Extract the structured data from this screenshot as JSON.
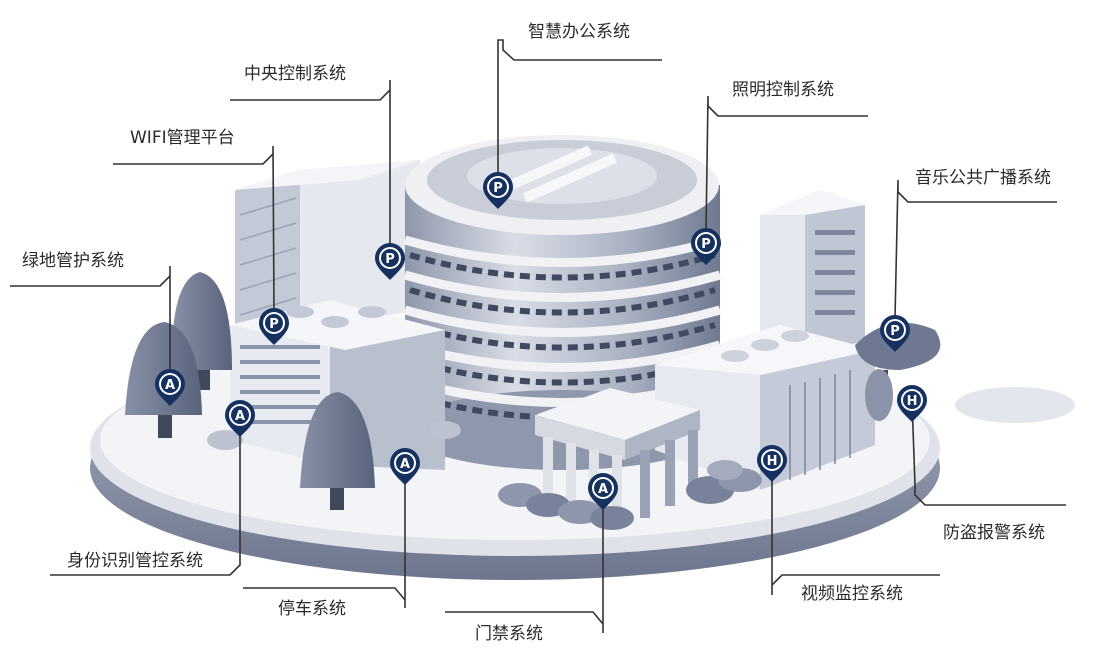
{
  "labels": {
    "smart_office": "智慧办公系统",
    "central_control": "中央控制系统",
    "lighting_control": "照明控制系统",
    "wifi_platform": "WIFI管理平台",
    "music_broadcast": "音乐公共广播系统",
    "greenland": "绿地管护系统",
    "identity": "身份识别管控系统",
    "parking": "停车系统",
    "access_control": "门禁系统",
    "video_monitor": "视频监控系统",
    "alarm": "防盗报警系统"
  },
  "pins": {
    "smart_office": "P",
    "central_control": "P",
    "lighting_control": "P",
    "wifi_platform": "P",
    "music_broadcast": "P",
    "greenland": "A",
    "identity": "A",
    "parking": "A",
    "access_control": "A",
    "video_monitor": "H",
    "alarm": "H"
  },
  "colors": {
    "pin": "#16315f",
    "leader": "#333333",
    "building_light": "#e4e7ee",
    "building_mid": "#b9bfcd",
    "building_dark": "#7d869c",
    "tree": "#6f7a92",
    "ground_top": "#f2f3f6",
    "ground_edge": "#8c94a8"
  }
}
